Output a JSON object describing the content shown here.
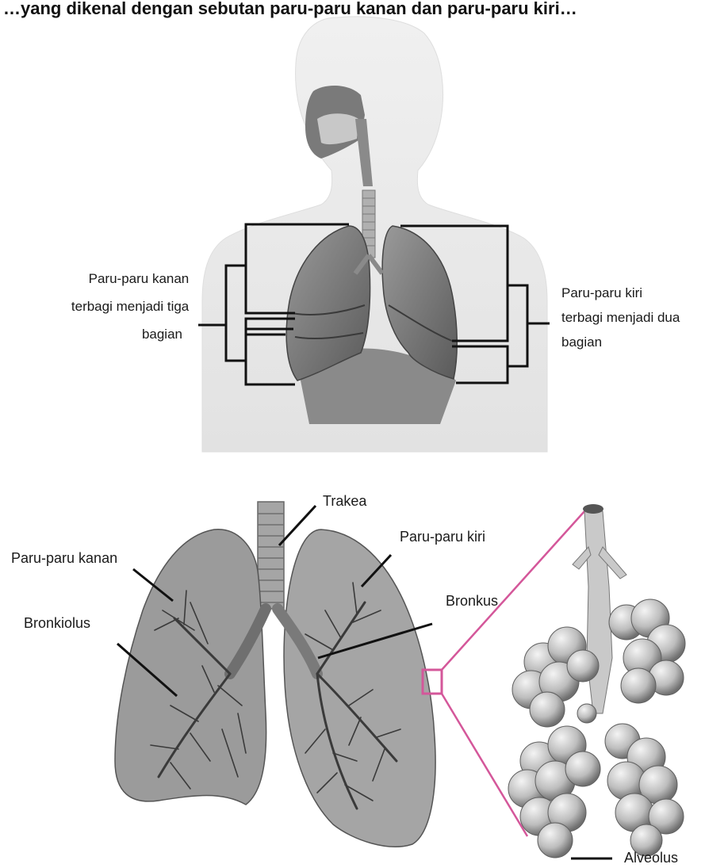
{
  "header": {
    "text": "…yang dikenal dengan sebutan paru-paru kanan dan paru-paru kiri…"
  },
  "upper_figure": {
    "right_lung_label": [
      "Paru-paru kanan",
      "terbagi menjadi tiga",
      "bagian"
    ],
    "left_lung_label": [
      "Paru-paru kiri",
      "terbagi menjadi dua",
      "bagian"
    ]
  },
  "lower_figure": {
    "labels": {
      "trakea": "Trakea",
      "paru_kanan": "Paru-paru kanan",
      "paru_kiri": "Paru-paru kiri",
      "bronkus": "Bronkus",
      "bronkiolus": "Bronkiolus",
      "alveolus": "Alveolus"
    }
  },
  "colors": {
    "callout": "#d4579a",
    "lines": "#111111",
    "lung": "#8f8f8f",
    "body": "#eeeeee"
  }
}
